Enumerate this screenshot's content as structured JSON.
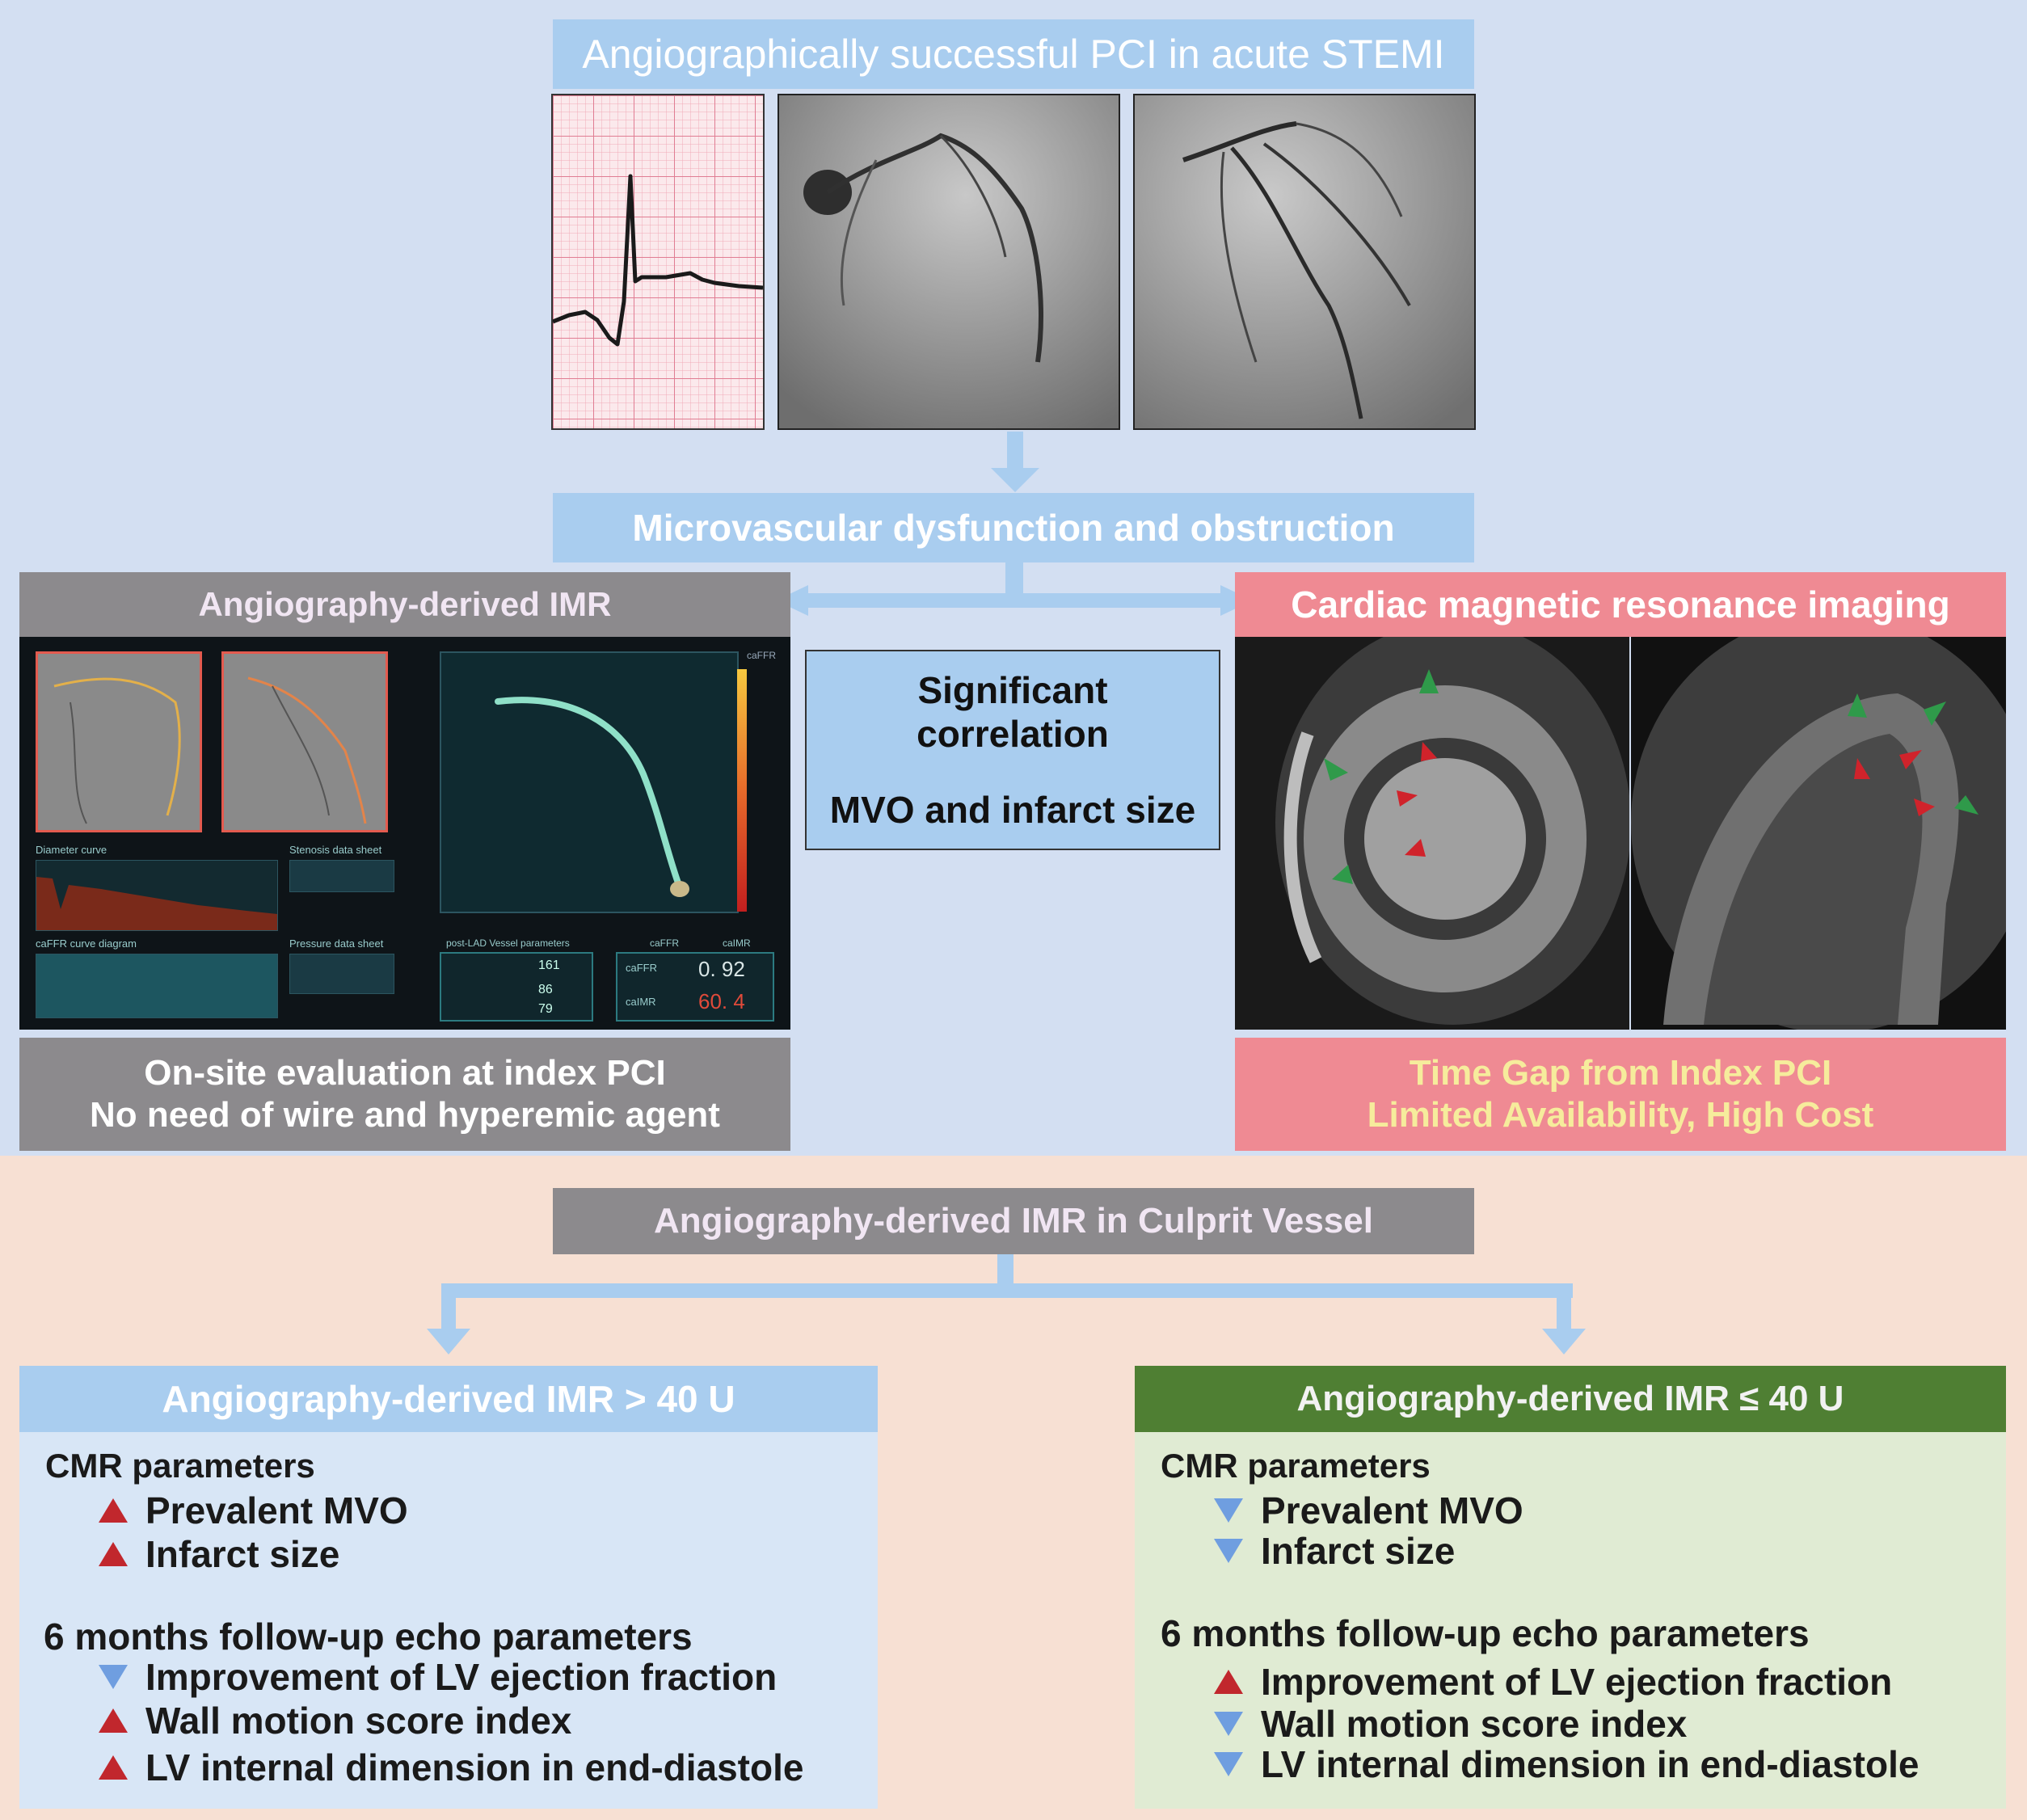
{
  "top_title": "Angiographically successful PCI in acute STEMI",
  "mid_title": "Microvascular dysfunction and obstruction",
  "left_panel": {
    "title": "Angiography-derived IMR",
    "caption_line1": "On-site evaluation at index PCI",
    "caption_line2": "No need of wire and hyperemic agent",
    "screen": {
      "label_diameter": "Diameter curve",
      "label_stenosis": "Stenosis data sheet",
      "label_cafr_curve": "caFFR curve diagram",
      "label_pressure": "Pressure data sheet",
      "label_vessel": "post-LAD Vessel parameters",
      "label_caffr_col": "caFFR",
      "label_caimr_col": "caIMR",
      "label_caffr": "caFFR",
      "label_caimr": "caIMR",
      "label_ffr_scale": "caFFR",
      "caffr_value": "0. 92",
      "caimr_value": "60. 4",
      "vessel_v1": "161",
      "vessel_v2": "86",
      "vessel_v3": "79"
    }
  },
  "center_box": {
    "line1": "Significant",
    "line2": "correlation",
    "line3": "MVO and infarct size"
  },
  "right_panel": {
    "title": "Cardiac magnetic resonance imaging",
    "caption_line1": "Time Gap from Index PCI",
    "caption_line2": "Limited Availability, High Cost"
  },
  "culprit_title": "Angiography-derived IMR in Culprit Vessel",
  "high_group": {
    "title": "Angiography-derived IMR > 40 U",
    "cmr_title": "CMR parameters",
    "cmr_items": [
      {
        "label": "Prevalent MVO",
        "direction": "up"
      },
      {
        "label": "Infarct size",
        "direction": "up"
      }
    ],
    "echo_title": "6 months follow-up echo parameters",
    "echo_items": [
      {
        "label": "Improvement of LV ejection fraction",
        "direction": "down"
      },
      {
        "label": "Wall motion score index",
        "direction": "up"
      },
      {
        "label": "LV internal dimension in end-diastole",
        "direction": "up"
      }
    ]
  },
  "low_group": {
    "title": "Angiography-derived IMR ≤ 40 U",
    "cmr_title": "CMR parameters",
    "cmr_items": [
      {
        "label": "Prevalent MVO",
        "direction": "down"
      },
      {
        "label": "Infarct size",
        "direction": "down"
      }
    ],
    "echo_title": "6 months follow-up echo parameters",
    "echo_items": [
      {
        "label": "Improvement of LV ejection fraction",
        "direction": "up"
      },
      {
        "label": "Wall motion score index",
        "direction": "down"
      },
      {
        "label": "LV internal dimension in end-diastole",
        "direction": "down"
      }
    ]
  },
  "colors": {
    "blue_header": "#a9cdef",
    "gray_header": "#8c8a8d",
    "pink_header": "#ef8a93",
    "green_header": "#4f7f33",
    "up_arrow": "#c1272d",
    "down_arrow": "#6f9ee0"
  }
}
